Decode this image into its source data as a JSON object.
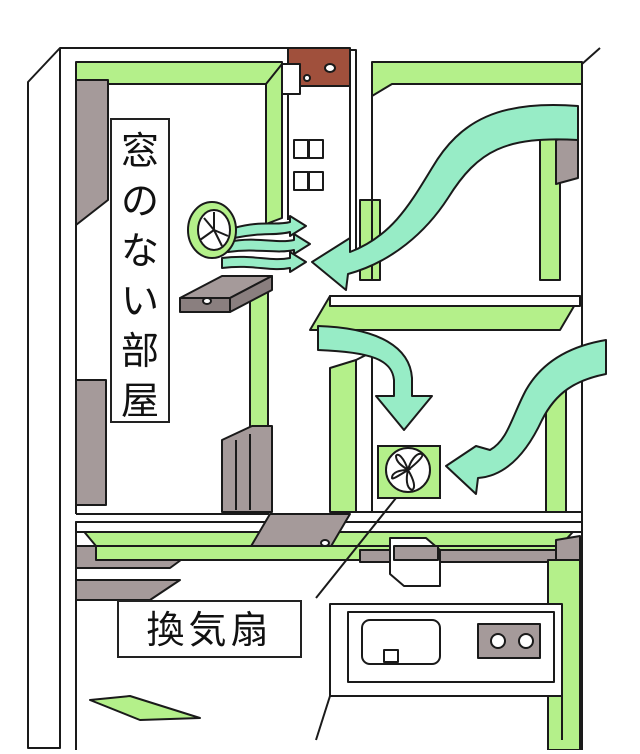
{
  "labels": {
    "windowless_room": [
      "窓",
      "の",
      "な",
      "い",
      "部",
      "屋"
    ],
    "exhaust_fan": "換気扇"
  },
  "colors": {
    "wall_green": "#b4f08a",
    "airflow_mint": "#97ecc6",
    "furniture_gray": "#a59a9a",
    "ceiling_brown": "#a0503c",
    "outline": "#1a1a1a"
  }
}
